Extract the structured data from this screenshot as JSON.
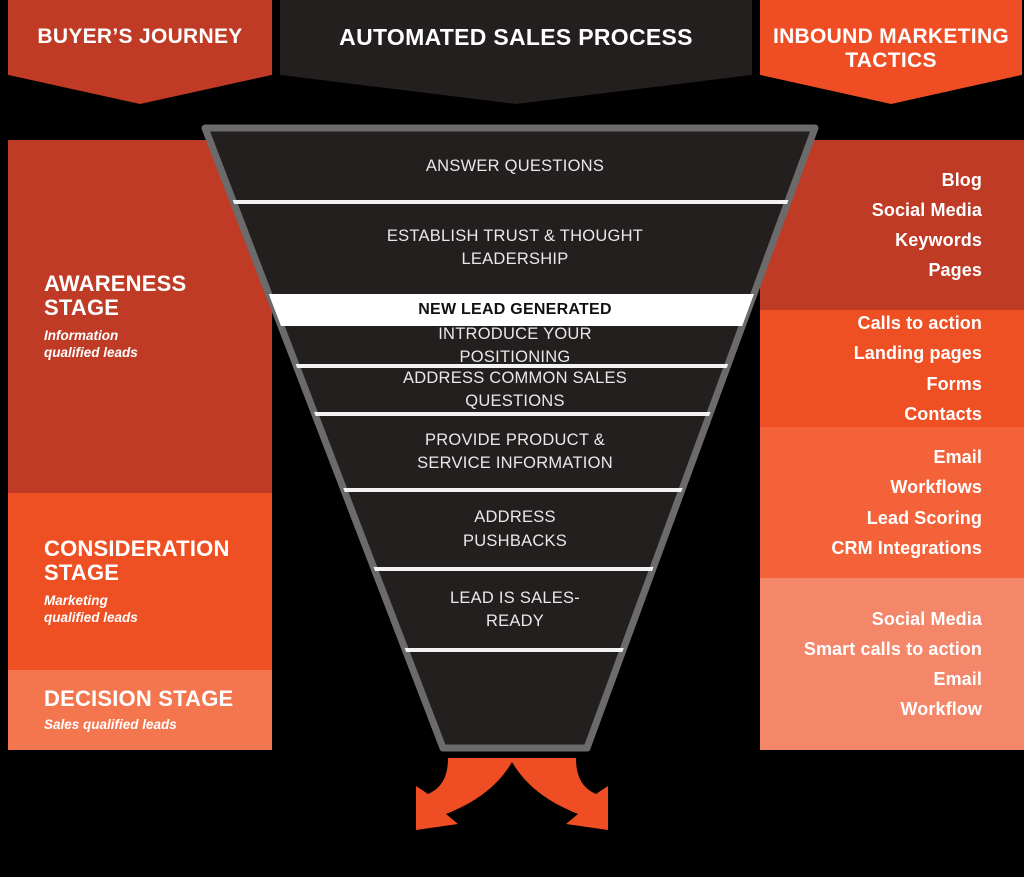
{
  "banners": {
    "buyers_journey": "BUYER’S JOURNEY",
    "automated_sales_process": "AUTOMATED SALES PROCESS",
    "inbound_marketing_tactics": "INBOUND MARKETING TACTICS"
  },
  "buyer_journey_stages": [
    {
      "title": "AWARENESS\nSTAGE",
      "subtitle": "Information\nqualified leads",
      "color": "#bf3b26"
    },
    {
      "title": "CONSIDERATION\nSTAGE",
      "subtitle": "Marketing\nqualified leads",
      "color": "#ef5023"
    },
    {
      "title": "DECISION STAGE",
      "subtitle": "Sales qualified leads",
      "color": "#f4764f"
    }
  ],
  "funnel_steps": [
    {
      "label": "ANSWER QUESTIONS",
      "highlight": false
    },
    {
      "label": "ESTABLISH TRUST & THOUGHT\nLEADERSHIP",
      "highlight": false
    },
    {
      "label": "NEW LEAD GENERATED",
      "highlight": true
    },
    {
      "label": "INTRODUCE YOUR\nPOSITIONING",
      "highlight": false
    },
    {
      "label": "ADDRESS COMMON SALES\nQUESTIONS",
      "highlight": false
    },
    {
      "label": "PROVIDE PRODUCT &\nSERVICE INFORMATION",
      "highlight": false
    },
    {
      "label": "ADDRESS\nPUSHBACKS",
      "highlight": false
    },
    {
      "label": "LEAD IS SALES-\nREADY",
      "highlight": false
    }
  ],
  "tactic_groups": [
    {
      "items": [
        "Blog",
        "Social Media",
        "Keywords",
        "Pages"
      ],
      "color": "#bf3b26"
    },
    {
      "items": [
        "Calls to action",
        "Landing pages",
        "Forms",
        "Contacts"
      ],
      "color": "#ef5023"
    },
    {
      "items": [
        "Email",
        "Workflows",
        "Lead Scoring",
        "CRM Integrations"
      ],
      "color": "#f4623a"
    },
    {
      "items": [
        "Social Media",
        "Smart calls to action",
        "Email",
        "Workflow"
      ],
      "color": "#f4866a"
    }
  ],
  "colors": {
    "background": "#000000",
    "funnel_fill": "#231f1e",
    "funnel_border": "#6b6b6b",
    "divider": "#f2f2f2",
    "highlight_band": "#ffffff",
    "arrow": "#ef4d24",
    "dark_red": "#bf3b26",
    "orange": "#ef5023",
    "mid_orange": "#f4623a",
    "light_orange": "#f4866a"
  },
  "icons": {
    "split_arrow": "split-arrow-icon"
  }
}
